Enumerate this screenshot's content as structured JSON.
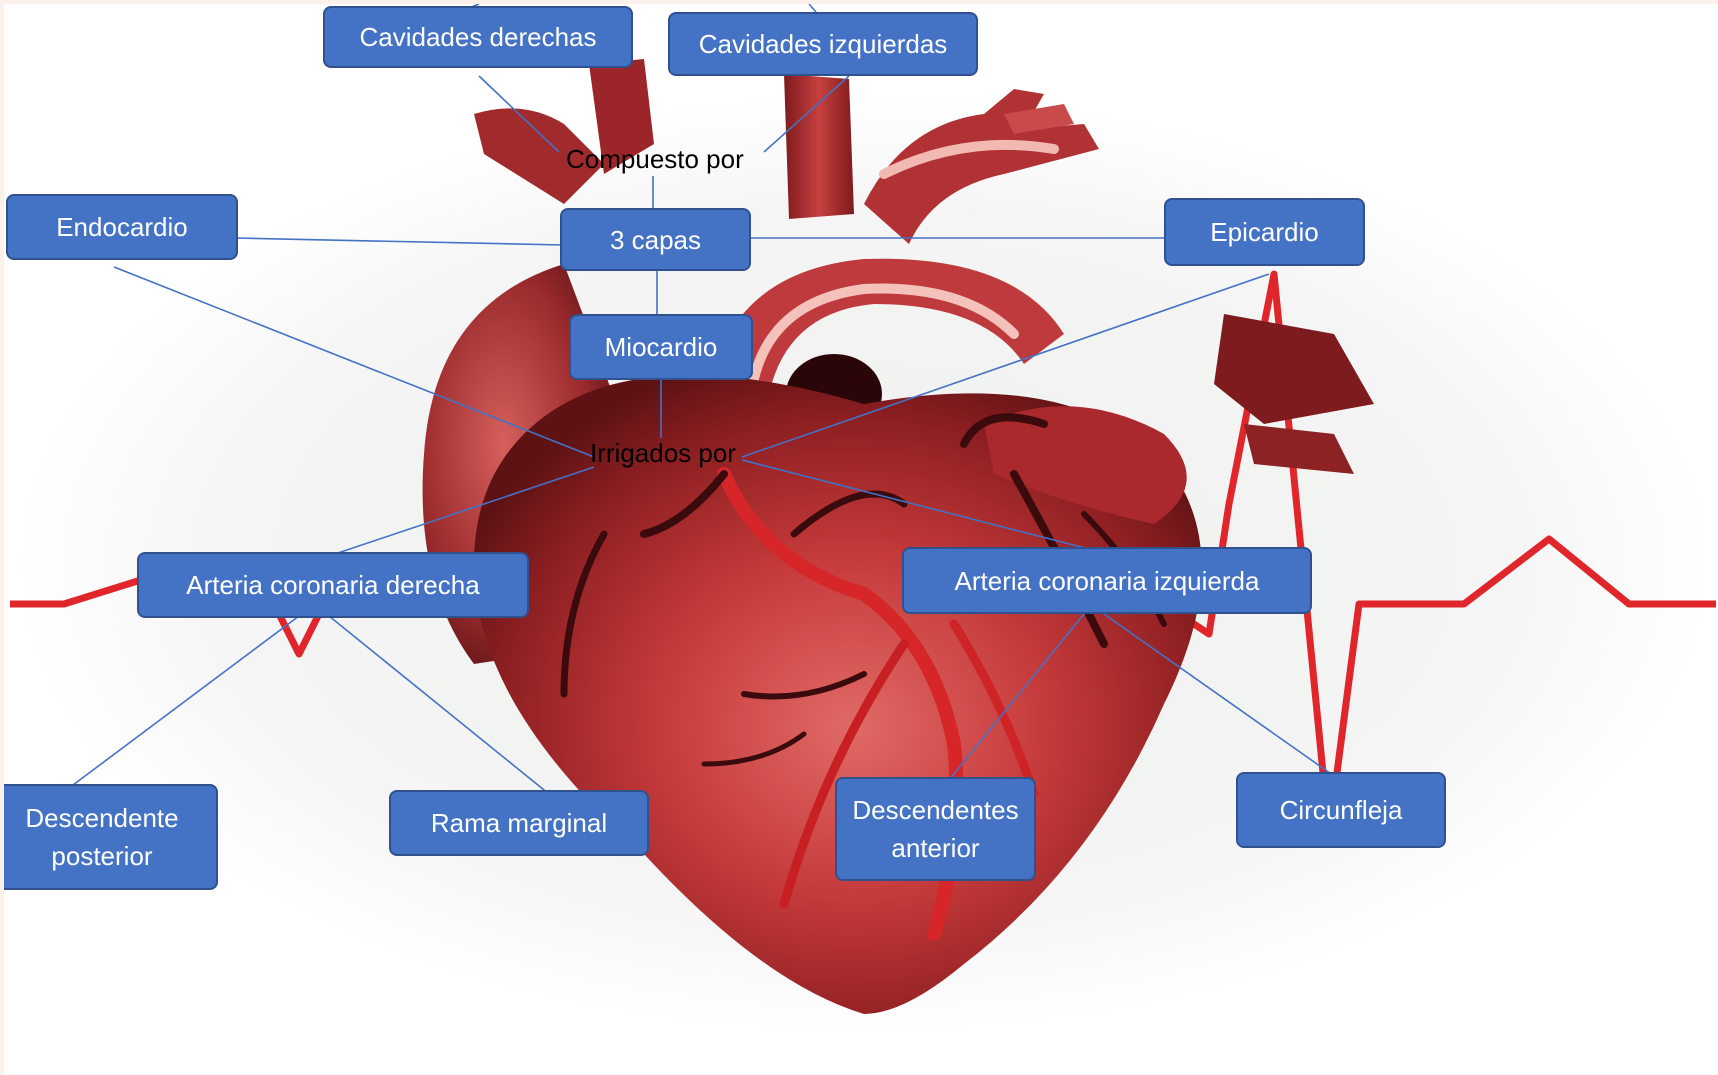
{
  "diagram": {
    "nodes": {
      "cavidades_derechas": "Cavidades derechas",
      "cavidades_izquierdas": "Cavidades izquierdas",
      "compuesto_por": "Compuesto por",
      "tres_capas": "3 capas",
      "endocardio": "Endocardio",
      "epicardio": "Epicardio",
      "miocardio": "Miocardio",
      "irrigados_por": "Irrigados por",
      "arteria_derecha": "Arteria coronaria derecha",
      "arteria_izquierda": "Arteria coronaria izquierda",
      "descendente_posterior_l1": "Descendente",
      "descendente_posterior_l2": "posterior",
      "rama_marginal": "Rama marginal",
      "descendentes_anterior_l1": "Descendentes",
      "descendentes_anterior_l2": "anterior",
      "circunfleja": "Circunfleja"
    }
  },
  "colors": {
    "node_fill": "#4472c4",
    "node_border": "#2f528f",
    "connector": "#4472c4",
    "heart": "#b8282c",
    "ecg": "#e0262a"
  },
  "image": {
    "subject": "heart-illustration",
    "decoration": "ecg-trace"
  }
}
